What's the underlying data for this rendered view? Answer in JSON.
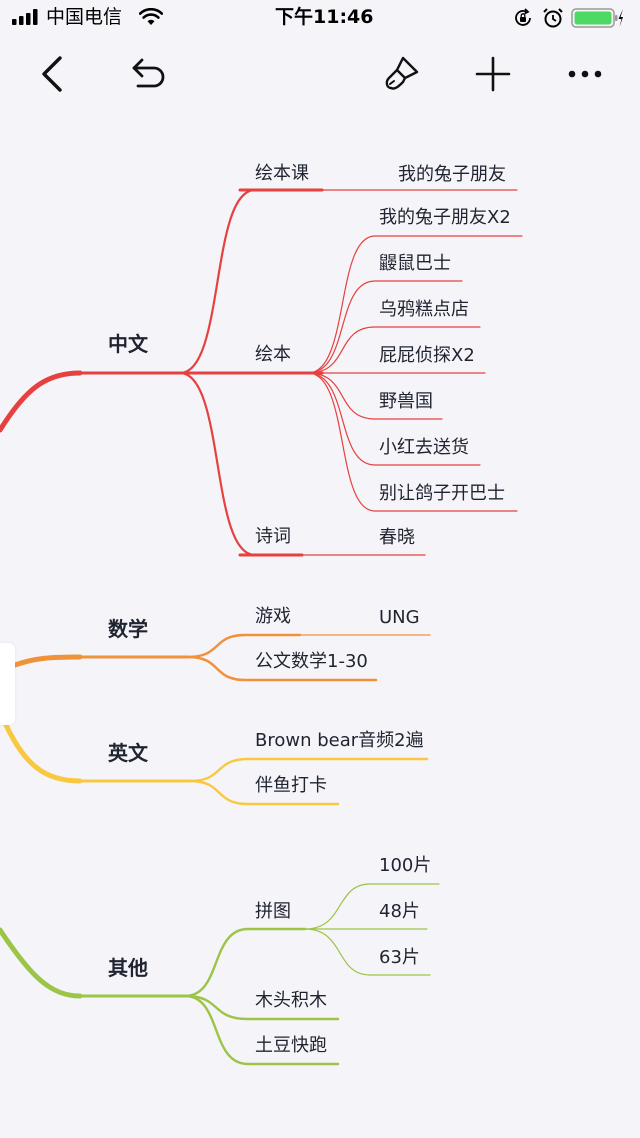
{
  "status_bar": {
    "carrier": "中国电信",
    "time": "下午11:46",
    "battery_color": "#4cd964"
  },
  "toolbar": {
    "back_icon": "chevron-left-icon",
    "undo_icon": "undo-icon",
    "style_icon": "paint-brush-icon",
    "add_icon": "plus-icon",
    "more_icon": "more-dots-icon"
  },
  "colors": {
    "chinese": "#e5413f",
    "math": "#f0923a",
    "english": "#f8c840",
    "other": "#9cc447"
  },
  "mindmap": {
    "chinese": {
      "label": "中文",
      "picture_book_class": {
        "label": "绘本课",
        "items": [
          "我的兔子朋友"
        ]
      },
      "picture_books": {
        "label": "绘本",
        "items": [
          "我的兔子朋友X2",
          "鼹鼠巴士",
          "乌鸦糕点店",
          "屁屁侦探X2",
          "野兽国",
          "小红去送货",
          "别让鸽子开巴士"
        ]
      },
      "poetry": {
        "label": "诗词",
        "items": [
          "春晓"
        ]
      }
    },
    "math": {
      "label": "数学",
      "game": {
        "label": "游戏",
        "items": [
          "UNG"
        ]
      },
      "kumon": {
        "label": "公文数学1-30"
      }
    },
    "english": {
      "label": "英文",
      "brown_bear": {
        "label": "Brown bear音频2遍"
      },
      "checkin": {
        "label": "伴鱼打卡"
      }
    },
    "other": {
      "label": "其他",
      "puzzle": {
        "label": "拼图",
        "items": [
          "100片",
          "48片",
          "63片"
        ]
      },
      "blocks": {
        "label": "木头积木"
      },
      "potato": {
        "label": "土豆快跑"
      }
    }
  }
}
